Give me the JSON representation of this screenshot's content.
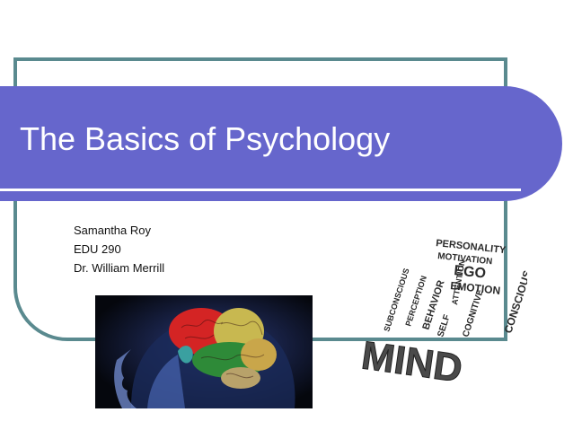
{
  "slide": {
    "title": "The Basics of Psychology",
    "info_lines": [
      "Samantha Roy",
      "EDU 290",
      "Dr. William Merrill"
    ]
  },
  "colors": {
    "banner": "#6666cc",
    "frame": "#5a8a8f",
    "background": "#ffffff"
  },
  "images": {
    "brain_image": "brain-xray-image",
    "word_cloud_image": "mind-word-cloud-image",
    "word_cloud_words": [
      "MIND",
      "COGNITIVE",
      "SUBCONSCIOUS",
      "PERSONALITY",
      "MOTIVATION",
      "EGO",
      "EMOTION",
      "ATTENTION",
      "BEHAVIOR",
      "CONSCIOUS",
      "PERCEPTION",
      "SELF"
    ]
  }
}
